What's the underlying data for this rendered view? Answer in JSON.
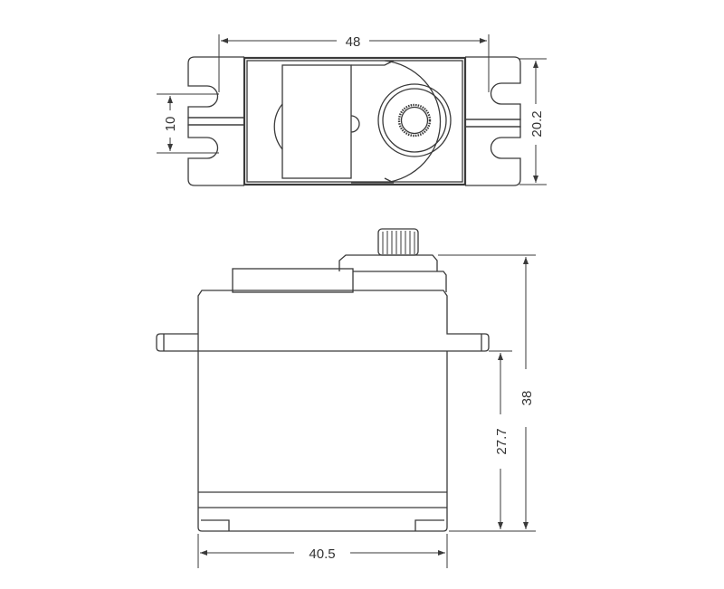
{
  "dimensions": {
    "top_width": "48",
    "hole_spacing": "10",
    "body_width": "20.2",
    "total_height": "38",
    "flange_to_bottom": "27.7",
    "case_length": "40.5"
  },
  "colors": {
    "line": "#3a3a3a",
    "background": "#ffffff"
  }
}
